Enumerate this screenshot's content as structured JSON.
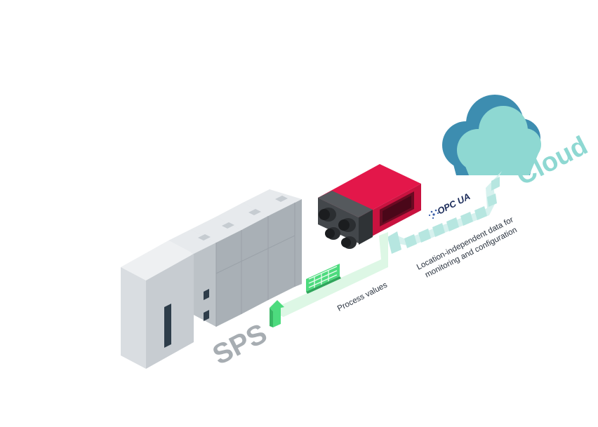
{
  "labels": {
    "sps": "SPS",
    "cloud": "Cloud",
    "process_values": "Process values",
    "location_line1": "Location-independent data for",
    "location_line2": "monitoring and configuration",
    "opc_ua": "OPC UA"
  },
  "colors": {
    "plc_light": "#eef0f2",
    "plc_mid": "#d3d7db",
    "plc_dark": "#b3b9bf",
    "plc_slot": "#2e3d4a",
    "sensor_red": "#e3174a",
    "sensor_red_dark": "#b0103a",
    "sensor_body": "#3b3f43",
    "process_arrow": "#4ddb7e",
    "cloud_arrow": "#cfeeea",
    "cloud_top": "#8ed8d2",
    "cloud_side": "#3d8db0",
    "label_gray": "#a7adb2",
    "label_teal": "#8ed8d2"
  }
}
